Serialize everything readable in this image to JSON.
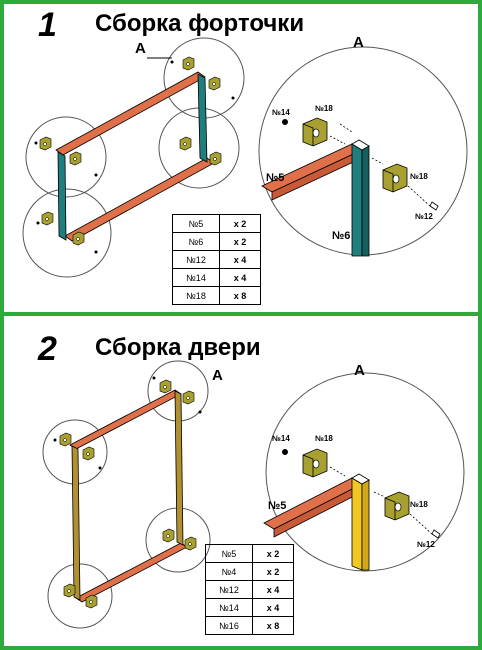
{
  "section1": {
    "number": "1",
    "title": "Сборка форточки",
    "callout_marker": "A",
    "detail_marker": "A",
    "labels": {
      "p14": "№14",
      "p18a": "№18",
      "p18b": "№18",
      "p5": "№5",
      "p6": "№6",
      "p12": "№12"
    },
    "parts": [
      {
        "part": "№5",
        "qty": "x 2"
      },
      {
        "part": "№6",
        "qty": "x 2"
      },
      {
        "part": "№12",
        "qty": "x 4"
      },
      {
        "part": "№14",
        "qty": "x 4"
      },
      {
        "part": "№18",
        "qty": "x 8"
      }
    ],
    "colors": {
      "horizontal_bar": "#e0704a",
      "vertical_bar": "#1f7f7f",
      "bracket": "#a8a030"
    }
  },
  "section2": {
    "number": "2",
    "title": "Сборка двери",
    "callout_marker": "A",
    "detail_marker": "A",
    "labels": {
      "p14": "№14",
      "p18a": "№18",
      "p18b": "№18",
      "p5": "№5",
      "p12": "№12"
    },
    "parts": [
      {
        "part": "№5",
        "qty": "x 2"
      },
      {
        "part": "№4",
        "qty": "x 2"
      },
      {
        "part": "№12",
        "qty": "x 4"
      },
      {
        "part": "№14",
        "qty": "x 4"
      },
      {
        "part": "№16",
        "qty": "x 8"
      }
    ],
    "colors": {
      "horizontal_bar": "#e0704a",
      "vertical_bar": "#f0c820",
      "vertical_bar_frame": "#b09030",
      "bracket": "#a8a030"
    }
  },
  "colors": {
    "border": "#2eaa3a"
  }
}
